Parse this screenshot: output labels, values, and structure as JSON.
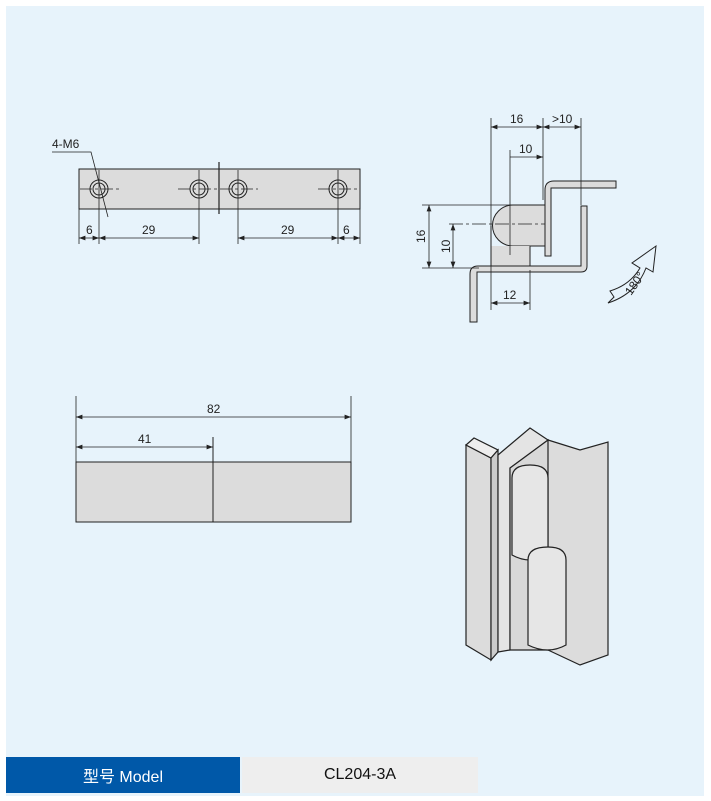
{
  "drawing": {
    "top_view": {
      "thread_label": "4-M6",
      "dims": [
        "6",
        "29",
        "29",
        "6"
      ]
    },
    "side_view": {
      "dims": {
        "width": "16",
        "clearance": ">10",
        "pin_offset": "10",
        "height": "16",
        "pin_height": "10",
        "leaf_offset": "12"
      },
      "rotation_label": "180°"
    },
    "front_view": {
      "dims": {
        "total_length": "82",
        "half_length": "41"
      }
    }
  },
  "footer": {
    "model_label": "型号 Model",
    "model_value": "CL204-3A"
  },
  "colors": {
    "background": "#e7f3fb",
    "part_fill": "#dcdcdc",
    "footer_label_bg": "#0058a8",
    "footer_value_bg": "#eeeeee"
  }
}
